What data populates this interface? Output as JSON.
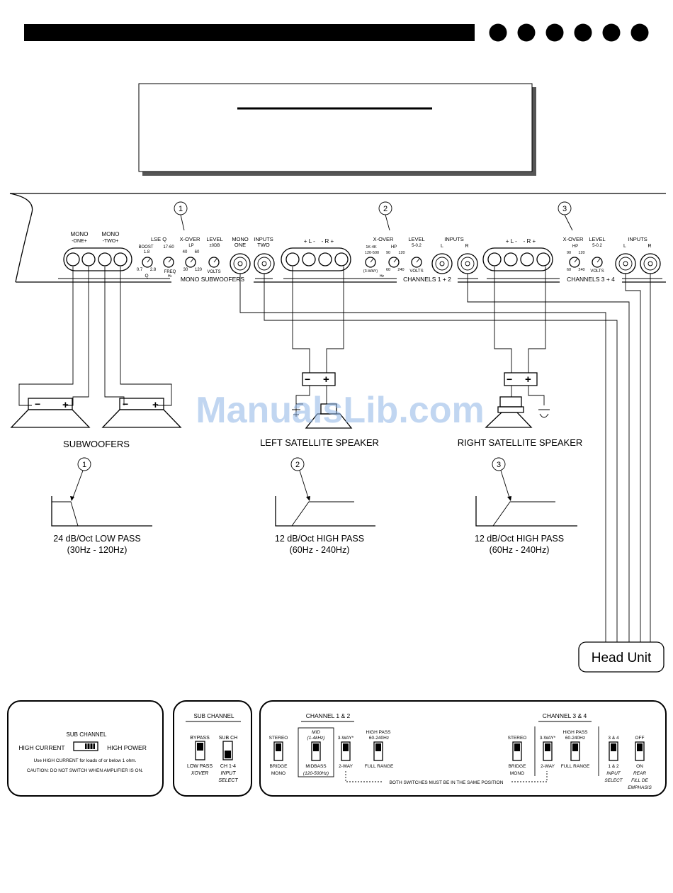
{
  "header": {
    "dots": 6
  },
  "amp": {
    "section_markers": [
      "1",
      "2",
      "3"
    ],
    "mono": {
      "mono_one": "MONO",
      "mono_one_sub": "-ONE+",
      "mono_two": "MONO",
      "mono_two_sub": "-TWO+",
      "lse_q": "LSE Q",
      "boost": "BOOST",
      "boost_val": "1.8",
      "q_min": "0.7",
      "q_max": "2.8",
      "q_label": "Q",
      "range_17_60": "17-60",
      "freq": "FREQ",
      "hz": "Hz",
      "xover": "X-OVER",
      "lp": "LP",
      "lp_40": "40",
      "lp_60": "60",
      "lp_30": "30",
      "lp_120": "120",
      "level": "LEVEL",
      "level_range": "±0DB",
      "volts": "VOLTS",
      "inputs_one": "MONO",
      "inputs_one_sub": "ONE",
      "inputs_two": "INPUTS",
      "inputs_two_sub": "TWO",
      "section_label": "MONO SUBWOOFERS"
    },
    "ch12": {
      "terminals": "+ L -    - R +",
      "xover": "X-OVER",
      "range_1k4k": "1K-4K",
      "hp": "HP",
      "range_120_500": "120-500",
      "three_way": "(3-WAY)",
      "hz": "Hz",
      "hp_90": "90",
      "hp_120": "120",
      "hp_60": "60",
      "hp_240": "240",
      "level": "LEVEL",
      "level_range": "5-0.2",
      "volts": "VOLTS",
      "inputs": "INPUTS",
      "l": "L",
      "r": "R",
      "section_label": "CHANNELS 1 + 2"
    },
    "ch34": {
      "terminals": "+ L -    - R +",
      "xover": "X-OVER",
      "hp": "HP",
      "hp_90": "90",
      "hp_120": "120",
      "hp_60": "60",
      "hp_240": "240",
      "level": "LEVEL",
      "level_range": "5-0.2",
      "volts": "VOLTS",
      "inputs": "INPUTS",
      "l": "L",
      "r": "R",
      "section_label": "CHANNELS 3 + 4"
    }
  },
  "speakers": {
    "subwoofers_label": "SUBWOOFERS",
    "left_label": "LEFT SATELLITE SPEAKER",
    "right_label": "RIGHT SATELLITE SPEAKER",
    "minus": "−",
    "plus": "+"
  },
  "curves": [
    {
      "marker": "1",
      "line1": "24 dB/Oct LOW PASS",
      "line2": "(30Hz - 120Hz)"
    },
    {
      "marker": "2",
      "line1": "12 dB/Oct HIGH PASS",
      "line2": "(60Hz - 240Hz)"
    },
    {
      "marker": "3",
      "line1": "12 dB/Oct HIGH PASS",
      "line2": "(60Hz - 240Hz)"
    }
  ],
  "head_unit": "Head Unit",
  "watermark": "ManualsLib.com",
  "panel_sub": {
    "title": "SUB CHANNEL",
    "left": "HIGH CURRENT",
    "right": "HIGH POWER",
    "note1": "Use HIGH CURRENT for loads of or below 1 ohm.",
    "note2": "CAUTION: DO NOT SWITCH WHEN AMPLIFIER IS ON."
  },
  "panel_subch": {
    "title": "SUB CHANNEL",
    "bypass": "BYPASS",
    "low_pass": "LOW PASS",
    "xover": "XOVER",
    "sub_ch": "SUB CH",
    "ch14": "CH 1-4",
    "input": "INPUT",
    "select": "SELECT"
  },
  "panel_ch": {
    "ch12_title": "CHANNEL 1 & 2",
    "ch34_title": "CHANNEL 3 & 4",
    "stereo": "STEREO",
    "bridge": "BRIDGE",
    "mono": "MONO",
    "mid": "MID",
    "mid_range": "(1-4kHz)",
    "midbass": "MIDBASS",
    "midbass_range": "(120-500Hz)",
    "three_way": "3-WAY*",
    "two_way": "2-WAY",
    "high_pass": "HIGH PASS",
    "hp_range": "60-240Hz",
    "full_range": "FULL RANGE",
    "both_note": "BOTH SWITCHES MUST BE IN THE SAME POSITION",
    "ch34_sel": "3 & 4",
    "ch12_sel": "1 & 2",
    "input": "INPUT",
    "select": "SELECT",
    "off": "OFF",
    "on": "ON",
    "rear": "REAR",
    "fill_de": "FILL DE",
    "emphasis": "EMPHASIS"
  }
}
